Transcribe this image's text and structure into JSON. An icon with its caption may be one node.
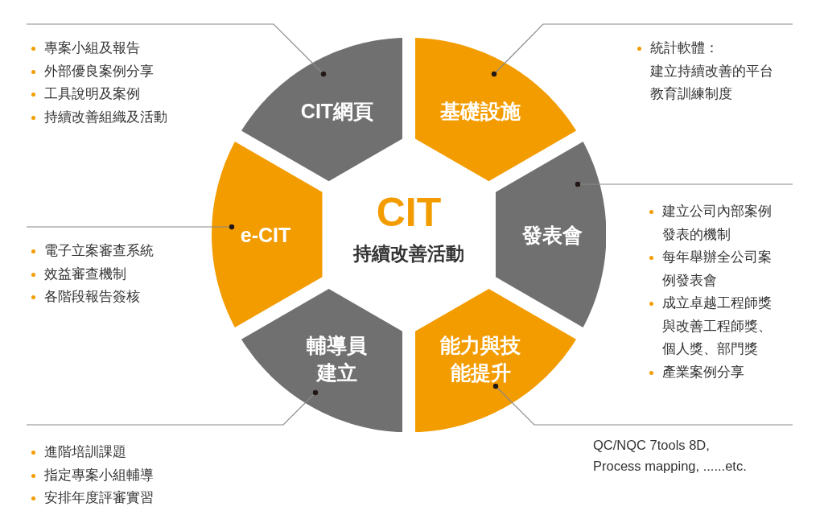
{
  "diagram": {
    "nodes": [
      {
        "text": [
          "CIT",
          "持續改善活動"
        ]
      },
      {
        "text": [
          "CIT網頁"
        ]
      },
      {
        "text": [
          "基礎設施"
        ]
      },
      {
        "text": [
          "發表會"
        ]
      },
      {
        "text": [
          "能力與技能提升"
        ]
      },
      {
        "text": [
          "輔導員建立"
        ]
      },
      {
        "text": [
          "e-CIT"
        ]
      },
      {
        "text": [
          "專案小組及報告",
          "外部優良案例分享",
          "工具說明及案例",
          "持續改善組織及活動"
        ]
      },
      {
        "text": [
          "統計軟體：",
          "建立持續改善的平台",
          "教育訓練制度"
        ]
      },
      {
        "text": [
          "建立公司內部案例發表的機制",
          "每年舉辦全公司案例發表會",
          "成立卓越工程師獎與改善工程師獎、個人獎、部門獎",
          "產業案例分享"
        ]
      },
      {
        "text": [
          "QC/NQC 7tools 8D, Process mapping, ......etc."
        ]
      },
      {
        "text": [
          "進階培訓課題",
          "指定專案小組輔導",
          "安排年度評審實習"
        ]
      },
      {
        "text": [
          "電子立案審查系統",
          "效益審查機制",
          "各階段報告簽核"
        ]
      }
    ],
    "edges": [
      {
        "from": 7,
        "to": 1,
        "arrow": "other"
      },
      {
        "from": 8,
        "to": 2,
        "arrow": "other"
      },
      {
        "from": 9,
        "to": 3,
        "arrow": "other"
      },
      {
        "from": 10,
        "to": 4,
        "arrow": "other"
      },
      {
        "from": 11,
        "to": 5,
        "arrow": "other"
      },
      {
        "from": 12,
        "to": 6,
        "arrow": "other"
      }
    ]
  }
}
